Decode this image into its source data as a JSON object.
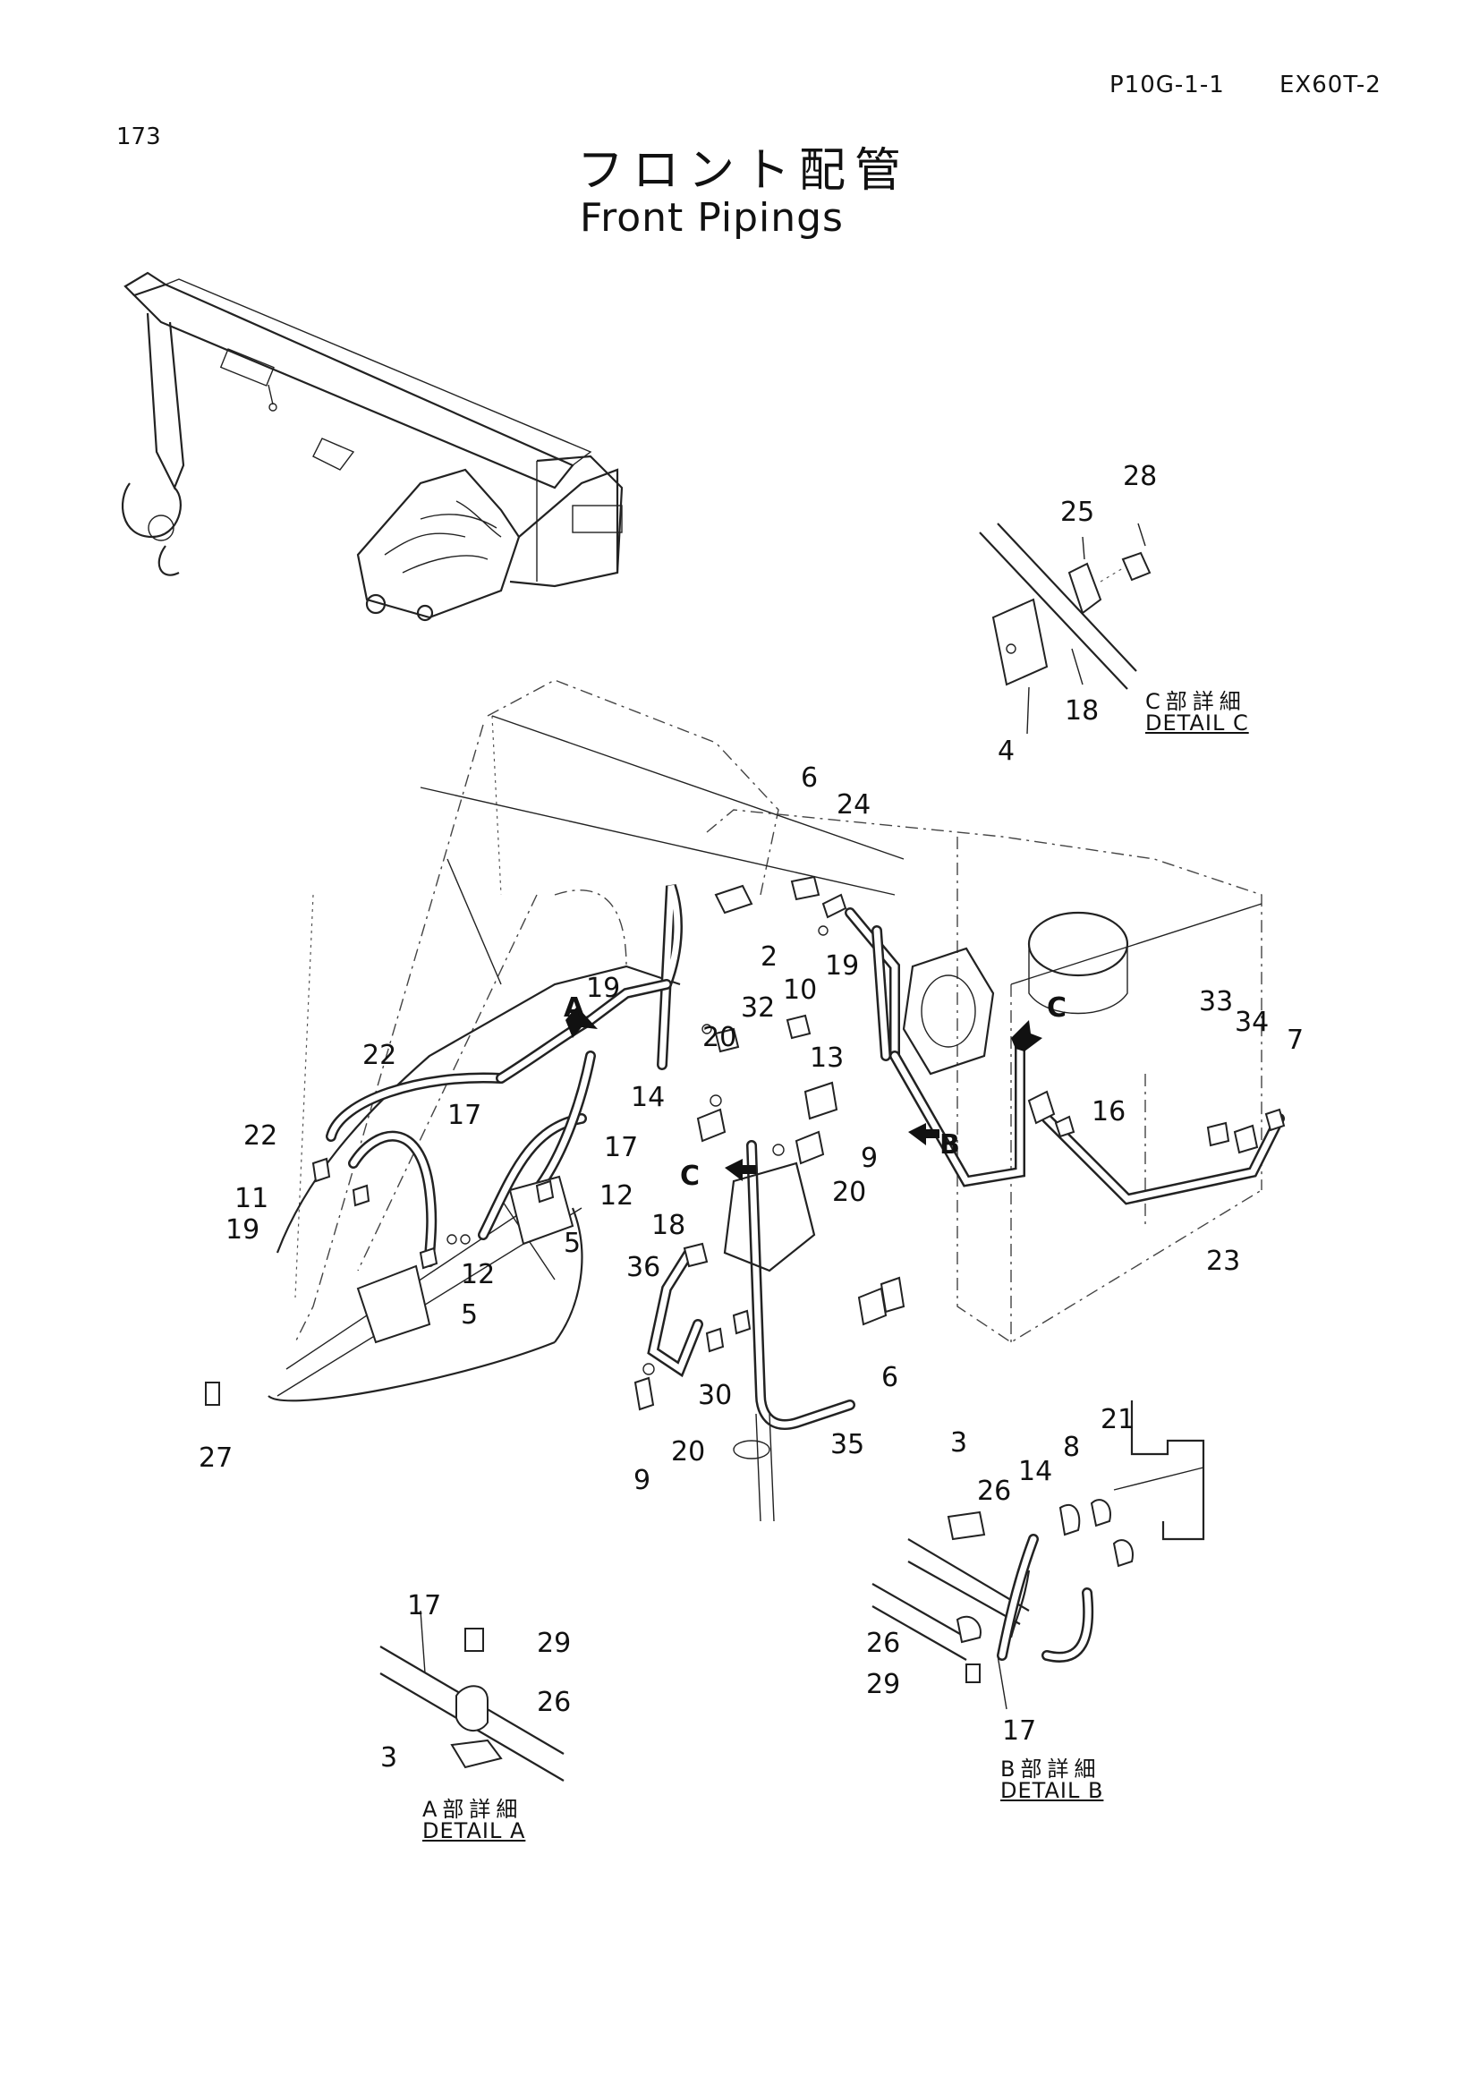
{
  "header": {
    "code": "P10G-1-1",
    "model": "EX60T-2"
  },
  "page_number": "173",
  "title": {
    "japanese": "フロント配管",
    "english": "Front Pipings"
  },
  "callouts": {
    "c28": "28",
    "c25": "25",
    "c18a": "18",
    "c4": "4",
    "c6a": "6",
    "c24": "24",
    "c2": "2",
    "c19a": "19",
    "c19b": "19",
    "c10": "10",
    "c32": "32",
    "c20a": "20",
    "cA": "A",
    "c22a": "22",
    "c22b": "22",
    "c14a": "14",
    "c13": "13",
    "cC1": "C",
    "c33": "33",
    "c34": "34",
    "c7": "7",
    "c16": "16",
    "c17a": "17",
    "c17b": "17",
    "cB": "B",
    "c9a": "9",
    "c11": "11",
    "c12a": "12",
    "c19c": "19",
    "cC2": "C",
    "c20b": "20",
    "c18b": "18",
    "c5a": "5",
    "c23": "23",
    "c36": "36",
    "c12b": "12",
    "c5b": "5",
    "c6b": "6",
    "c30": "30",
    "c27": "27",
    "c9b": "9",
    "c20c": "20",
    "c35": "35",
    "c3a": "3",
    "c8": "8",
    "c21": "21",
    "c26a": "26",
    "c14b": "14",
    "c17c": "17",
    "c29a": "29",
    "c26b": "26",
    "c3b": "3",
    "c26c": "26",
    "c29b": "29",
    "c17d": "17"
  },
  "details": {
    "c": {
      "japanese": "C部詳細",
      "english": "DETAIL C"
    },
    "a": {
      "japanese": "A部詳細",
      "english": "DETAIL A"
    },
    "b": {
      "japanese": "B部詳細",
      "english": "DETAIL B"
    }
  }
}
